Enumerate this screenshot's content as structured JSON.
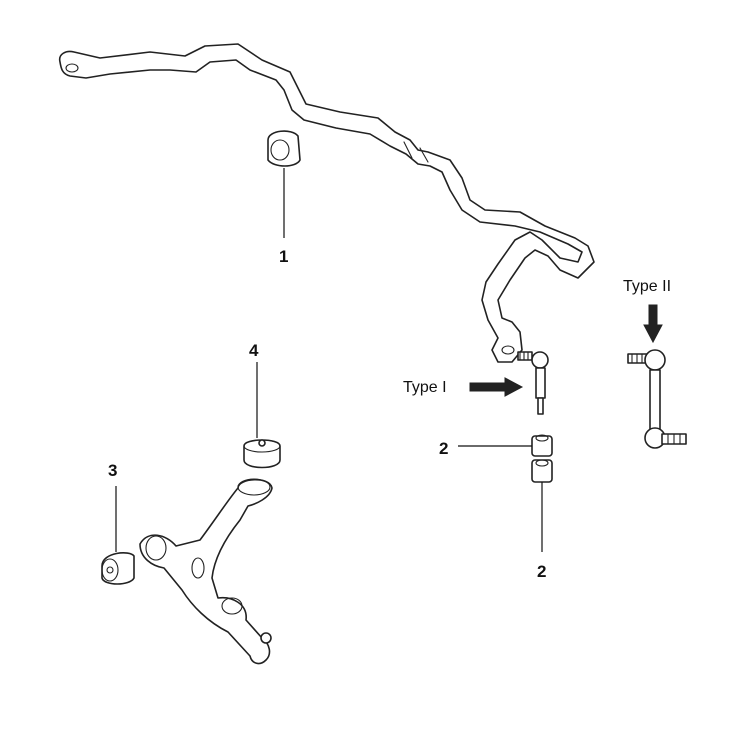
{
  "callouts": {
    "c1": "1",
    "c2a": "2",
    "c2b": "2",
    "c3": "3",
    "c4": "4"
  },
  "labels": {
    "type_one": "Type I",
    "type_two": "Type II"
  }
}
